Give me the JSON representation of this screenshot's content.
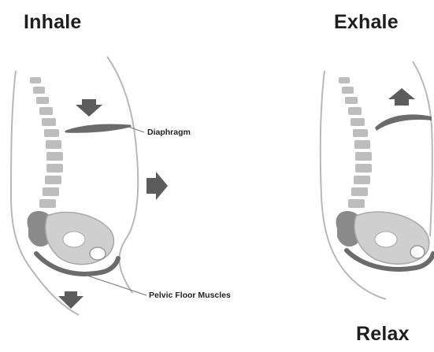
{
  "titles": {
    "inhale": "Inhale",
    "exhale": "Exhale",
    "relax": "Relax"
  },
  "labels": {
    "diaphragm": "Diaphragm",
    "pelvic_floor": "Pelvic Floor Muscles"
  },
  "colors": {
    "outline": "#b8b8b8",
    "spine": "#bdbdbd",
    "muscle": "#6b6b6b",
    "pelvis_dark": "#8a8a8a",
    "pelvis_light": "#cfcfcf",
    "arrow": "#5c5c5c",
    "text": "#1e1e1e"
  },
  "icons": {
    "down_arrow": "arrow-down-icon",
    "right_arrow": "arrow-right-icon",
    "up_arrow": "arrow-up-icon"
  }
}
